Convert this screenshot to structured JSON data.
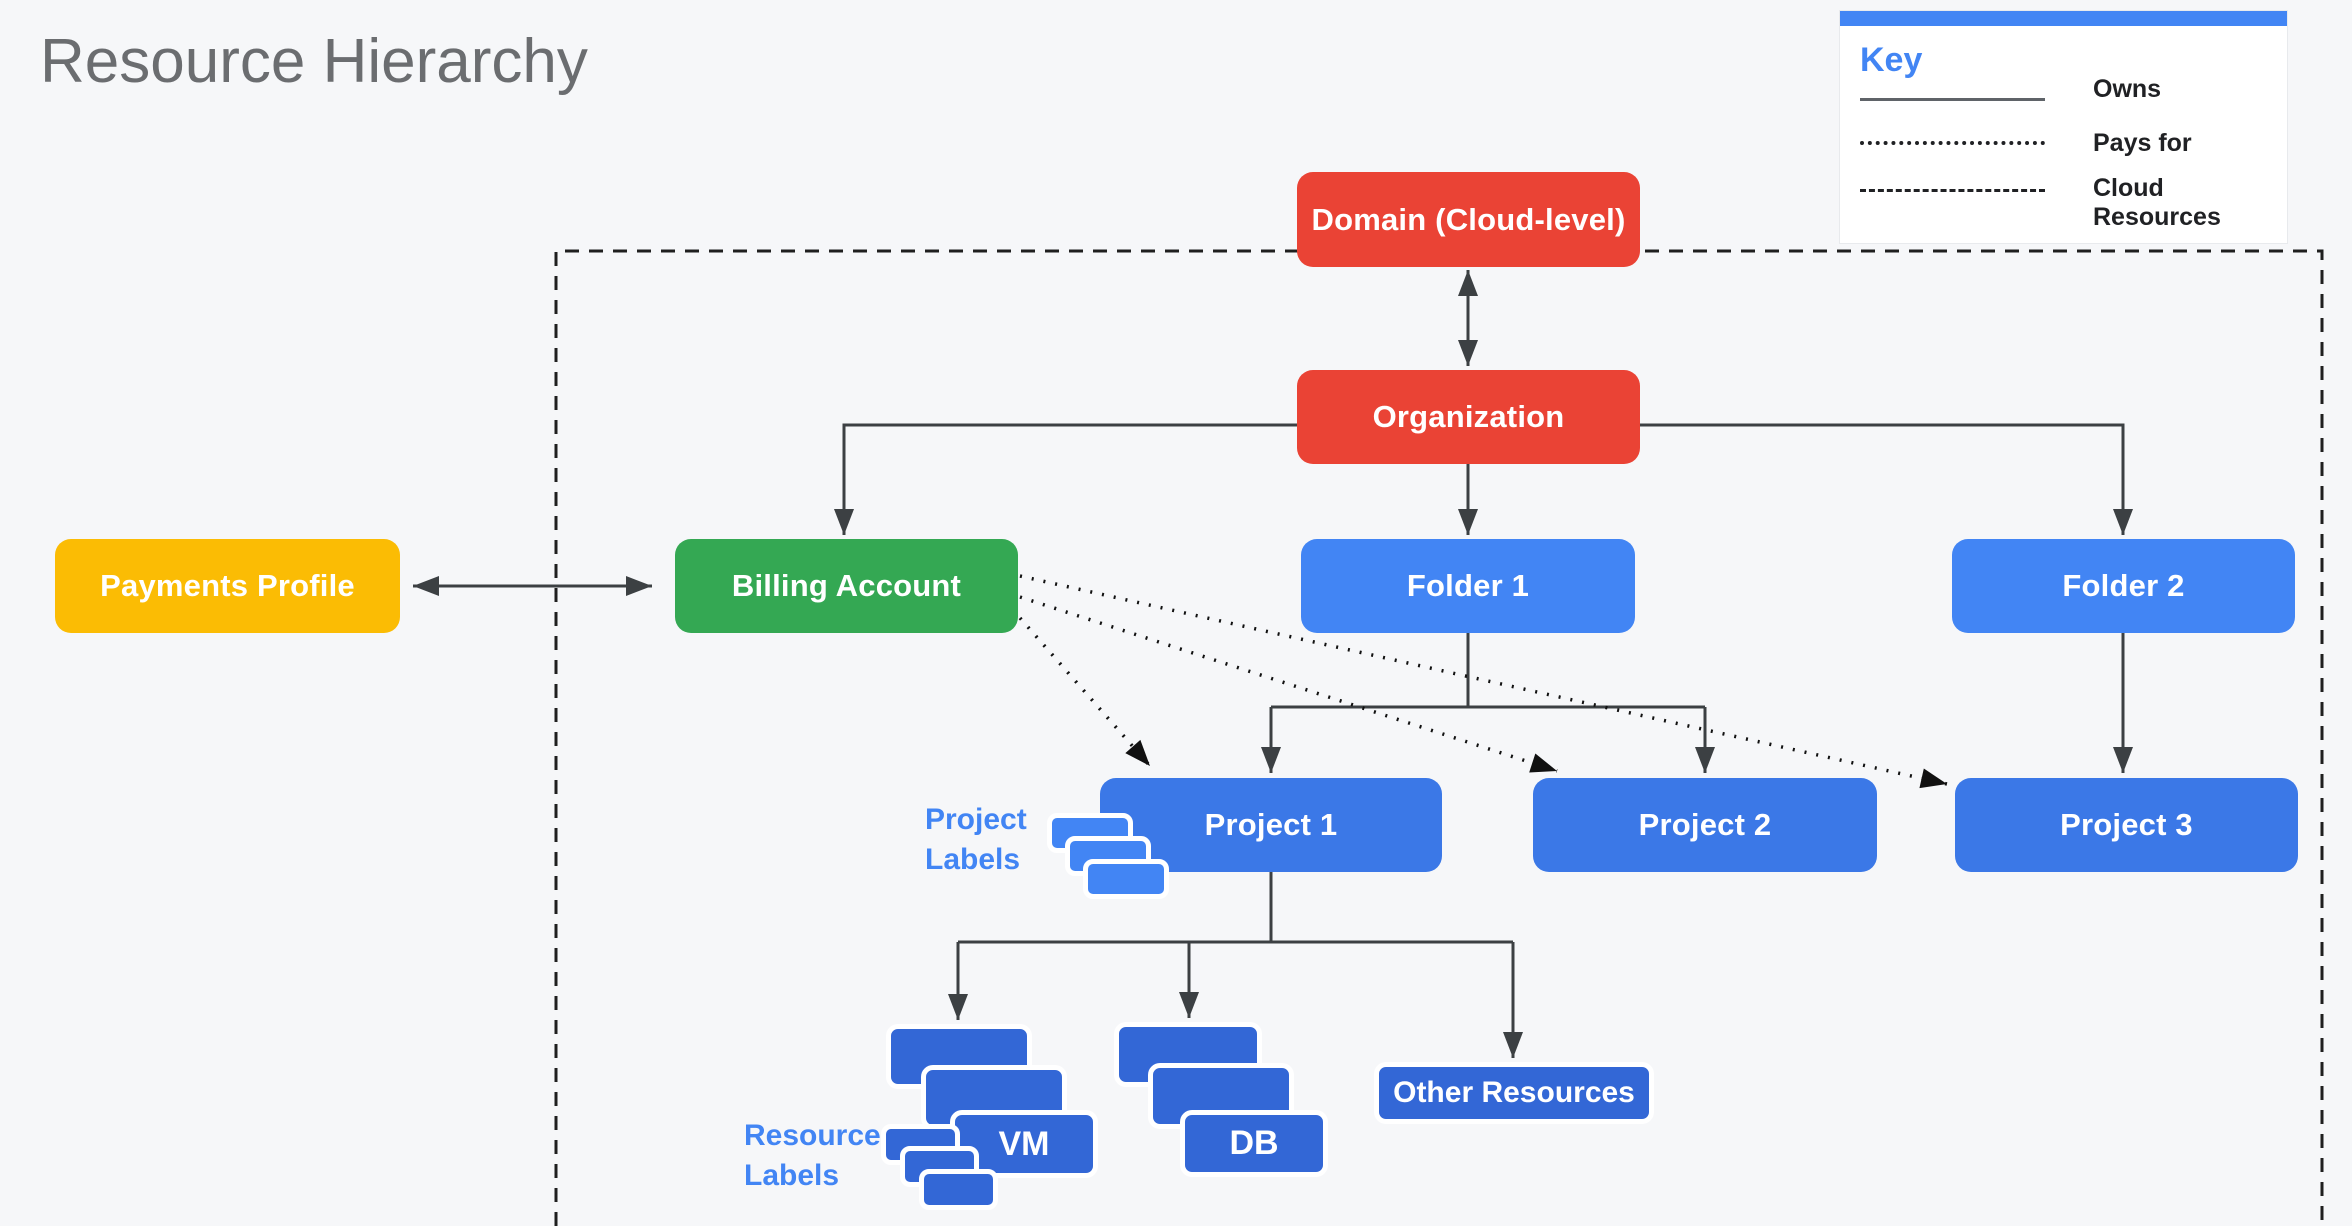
{
  "title": "Resource Hierarchy",
  "key": {
    "heading": "Key",
    "items": [
      {
        "label": "Owns",
        "line_style": "solid"
      },
      {
        "label": "Pays for",
        "line_style": "dotted"
      },
      {
        "label": "Cloud Resources",
        "line_style": "dashed"
      }
    ]
  },
  "nodes": {
    "domain": {
      "label": "Domain (Cloud-level)",
      "color": "#EA4335"
    },
    "organization": {
      "label": "Organization",
      "color": "#EA4335"
    },
    "payments_profile": {
      "label": "Payments Profile",
      "color": "#FBBC04"
    },
    "billing_account": {
      "label": "Billing Account",
      "color": "#34A853"
    },
    "folder1": {
      "label": "Folder 1",
      "color": "#4285F4"
    },
    "folder2": {
      "label": "Folder 2",
      "color": "#4285F4"
    },
    "project1": {
      "label": "Project 1",
      "color": "#3B78E7"
    },
    "project2": {
      "label": "Project 2",
      "color": "#3B78E7"
    },
    "project3": {
      "label": "Project 3",
      "color": "#3B78E7"
    },
    "vm": {
      "label": "VM",
      "color": "#3367D6"
    },
    "db": {
      "label": "DB",
      "color": "#3367D6"
    },
    "other_resources": {
      "label": "Other Resources",
      "color": "#3367D6"
    }
  },
  "annotations": {
    "project_labels": "Project Labels",
    "resource_labels": "Resource Labels"
  },
  "colors": {
    "background": "#F6F7F9",
    "connector": "#3C4043",
    "dashed_boundary": "#1F1F1F",
    "dotted_payline": "#111111",
    "annotation_text": "#4285F4",
    "key_accent": "#4285F4",
    "title_text": "#6B6D70"
  }
}
